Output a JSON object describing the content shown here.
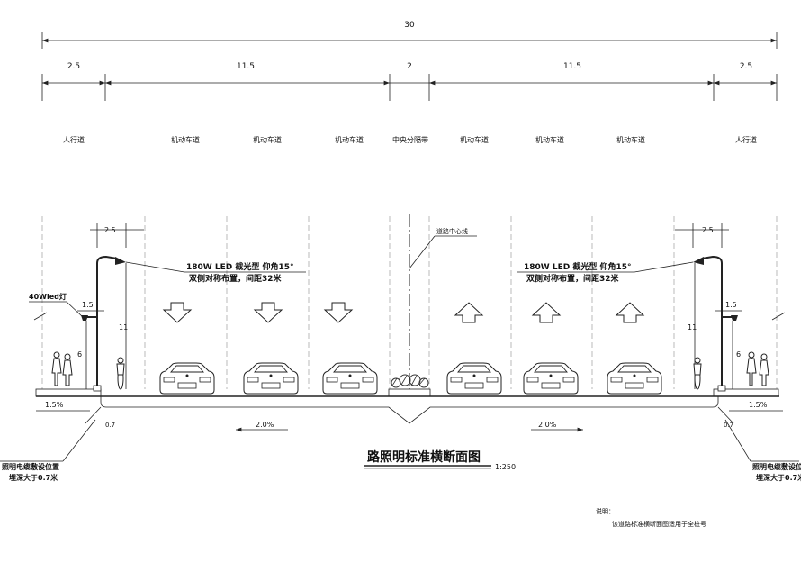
{
  "dimensions": {
    "total": "30",
    "segments": [
      "2.5",
      "11.5",
      "2",
      "11.5",
      "2.5"
    ]
  },
  "lanes": {
    "sidewalk": "人行道",
    "motorway": "机动车道",
    "median": "中央分隔带"
  },
  "lights": {
    "led_spec": "180W LED 截光型 仰角15°",
    "layout": "双侧对称布置，间距32米",
    "led_small": "40Wled灯",
    "arm_length": "2.5",
    "small_arm": "1.5",
    "pole_height": "11",
    "small_pole_height": "6"
  },
  "centerline_label": "道路中心线",
  "slopes": {
    "sidewalk": "1.5%",
    "road": "2.0%",
    "edge": "0.7"
  },
  "cable": {
    "line1": "照明电缆敷设位置",
    "line2": "埋深大于0.7米"
  },
  "title": "路照明标准横断面图",
  "scale": "1:250",
  "notes": {
    "heading": "说明：",
    "text": "该道路标准横断面图适用于全桩号"
  }
}
